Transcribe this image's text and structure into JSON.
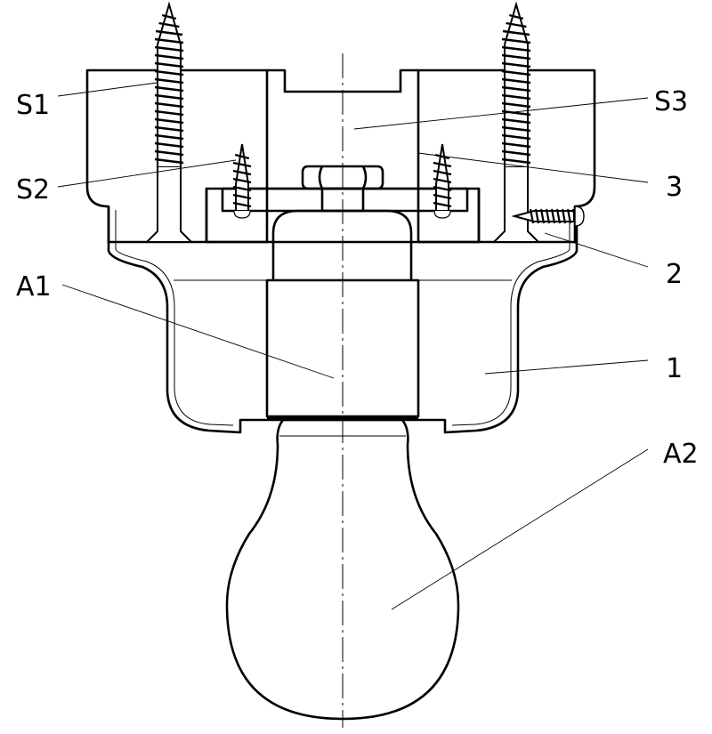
{
  "labels": {
    "s1": "S1",
    "s2": "S2",
    "s3": "S3",
    "part3": "3",
    "part2": "2",
    "a1": "A1",
    "part1": "1",
    "a2": "A2"
  },
  "colors": {
    "line": "#000000",
    "background": "#ffffff"
  }
}
